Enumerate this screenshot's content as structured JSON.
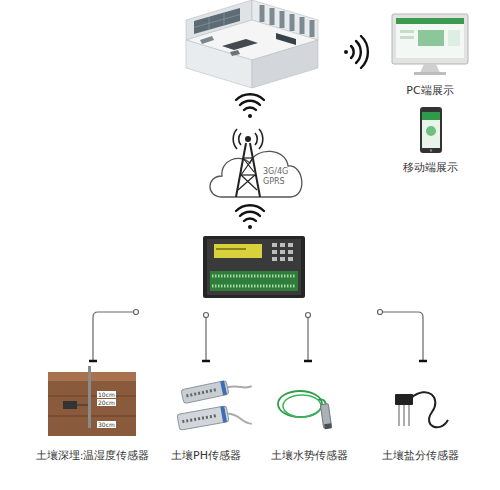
{
  "diagram": {
    "nodes": [
      {
        "text": [
          "PC端展示"
        ]
      },
      {
        "text": [
          "移动端展示"
        ]
      },
      {
        "text": [
          "3G/4G GPRS"
        ]
      },
      {
        "text": [
          "土壤深埋:温湿度传感器"
        ]
      },
      {
        "text": [
          "土壤PH传感器"
        ]
      },
      {
        "text": [
          "土壤水势传感器"
        ]
      },
      {
        "text": [
          "土壤盐分传感器"
        ]
      }
    ],
    "labels": [
      "10cm",
      "20cm",
      "30cm"
    ]
  }
}
